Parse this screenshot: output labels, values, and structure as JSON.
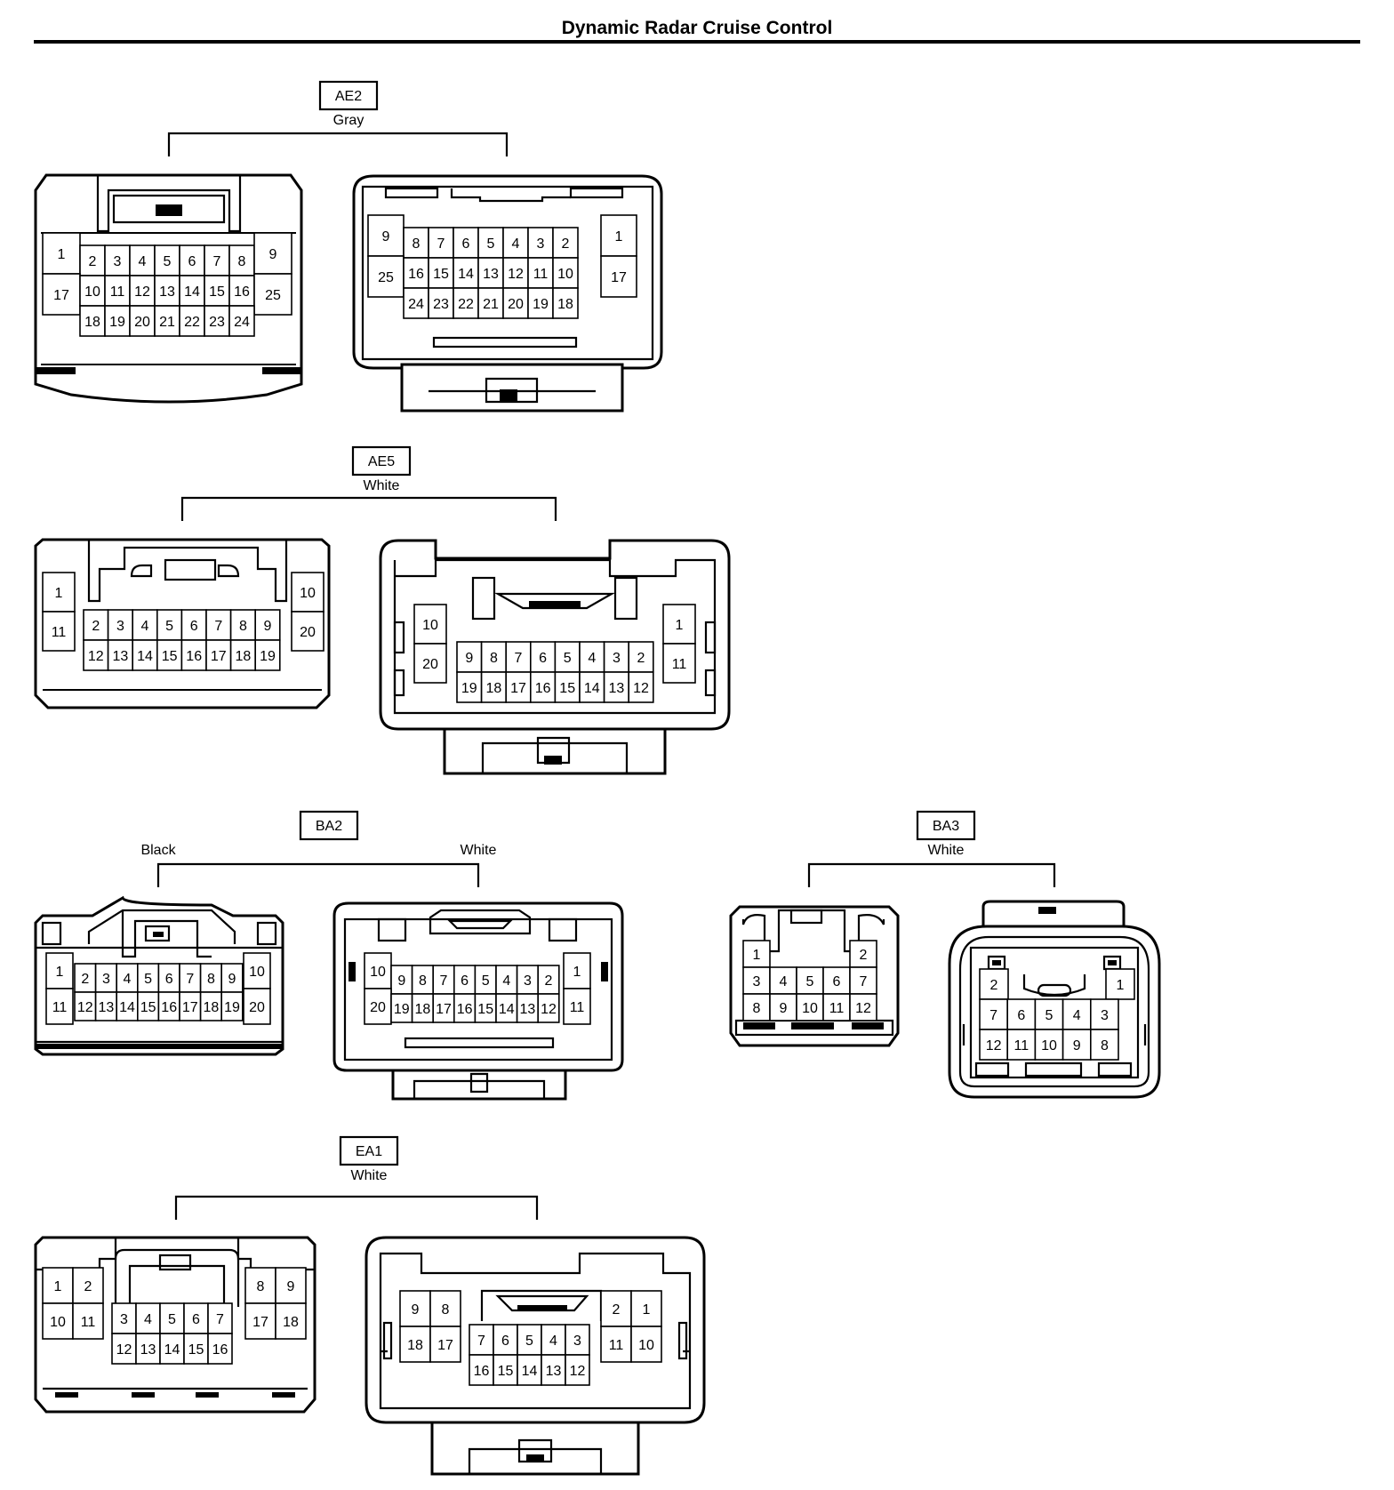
{
  "title": "Dynamic Radar Cruise Control",
  "connectors": [
    {
      "code": "AE2",
      "color": "Gray",
      "housings": [
        {
          "rows": [
            [
              "1",
              "2",
              "3",
              "4",
              "5",
              "6",
              "7",
              "8",
              "9"
            ],
            [
              "17",
              "10",
              "11",
              "12",
              "13",
              "14",
              "15",
              "16",
              "25"
            ],
            [
              "18",
              "19",
              "20",
              "21",
              "22",
              "23",
              "24"
            ]
          ]
        },
        {
          "rows": [
            [
              "9",
              "8",
              "7",
              "6",
              "5",
              "4",
              "3",
              "2",
              "1"
            ],
            [
              "25",
              "16",
              "15",
              "14",
              "13",
              "12",
              "11",
              "10",
              "17"
            ],
            [
              "24",
              "23",
              "22",
              "21",
              "20",
              "19",
              "18"
            ]
          ]
        }
      ]
    },
    {
      "code": "AE5",
      "color": "White",
      "housings": [
        {
          "rows": [
            [
              "1",
              "10"
            ],
            [
              "11",
              "2",
              "3",
              "4",
              "5",
              "6",
              "7",
              "8",
              "9",
              "20"
            ],
            [
              "12",
              "13",
              "14",
              "15",
              "16",
              "17",
              "18",
              "19"
            ]
          ]
        },
        {
          "rows": [
            [
              "10",
              "1"
            ],
            [
              "20",
              "9",
              "8",
              "7",
              "6",
              "5",
              "4",
              "3",
              "2",
              "11"
            ],
            [
              "19",
              "18",
              "17",
              "16",
              "15",
              "14",
              "13",
              "12"
            ]
          ]
        }
      ]
    },
    {
      "code": "BA2",
      "labels": [
        "Black",
        "White"
      ],
      "housings": [
        {
          "rows": [
            [
              "1",
              "2",
              "3",
              "4",
              "5",
              "6",
              "7",
              "8",
              "9",
              "10"
            ],
            [
              "11",
              "12",
              "13",
              "14",
              "15",
              "16",
              "17",
              "18",
              "19",
              "20"
            ]
          ]
        },
        {
          "rows": [
            [
              "10",
              "9",
              "8",
              "7",
              "6",
              "5",
              "4",
              "3",
              "2",
              "1"
            ],
            [
              "20",
              "19",
              "18",
              "17",
              "16",
              "15",
              "14",
              "13",
              "12",
              "11"
            ]
          ]
        }
      ]
    },
    {
      "code": "BA3",
      "color": "White",
      "housings": [
        {
          "rows": [
            [
              "1",
              "2"
            ],
            [
              "3",
              "4",
              "5",
              "6",
              "7"
            ],
            [
              "8",
              "9",
              "10",
              "11",
              "12"
            ]
          ]
        },
        {
          "rows": [
            [
              "2",
              "1"
            ],
            [
              "7",
              "6",
              "5",
              "4",
              "3"
            ],
            [
              "12",
              "11",
              "10",
              "9",
              "8"
            ]
          ]
        }
      ]
    },
    {
      "code": "EA1",
      "color": "White",
      "housings": [
        {
          "rows": [
            [
              "1",
              "2",
              "8",
              "9"
            ],
            [
              "10",
              "11",
              "17",
              "18"
            ],
            [
              "3",
              "4",
              "5",
              "6",
              "7"
            ],
            [
              "12",
              "13",
              "14",
              "15",
              "16"
            ]
          ]
        },
        {
          "rows": [
            [
              "9",
              "8",
              "2",
              "1"
            ],
            [
              "18",
              "17",
              "11",
              "10"
            ],
            [
              "7",
              "6",
              "5",
              "4",
              "3"
            ],
            [
              "16",
              "15",
              "14",
              "13",
              "12"
            ]
          ]
        }
      ]
    }
  ]
}
